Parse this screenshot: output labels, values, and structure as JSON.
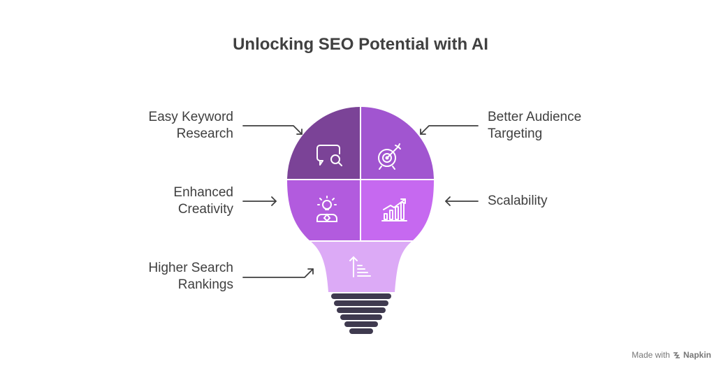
{
  "title": "Unlocking SEO Potential with AI",
  "items": [
    {
      "label": "Easy Keyword\nResearch",
      "icon": "chat-search-icon",
      "color": "#7b4397"
    },
    {
      "label": "Better Audience\nTargeting",
      "icon": "target-icon",
      "color": "#a155d0"
    },
    {
      "label": "Enhanced\nCreativity",
      "icon": "lightbulb-person-icon",
      "color": "#b25bde"
    },
    {
      "label": "Scalability",
      "icon": "growth-chart-icon",
      "color": "#c669f0"
    },
    {
      "label": "Higher Search\nRankings",
      "icon": "ranking-list-icon",
      "color": "#dcaaf6"
    }
  ],
  "base_color": "#3f3a4f",
  "branding": {
    "prefix": "Made with",
    "name": "Napkin"
  }
}
